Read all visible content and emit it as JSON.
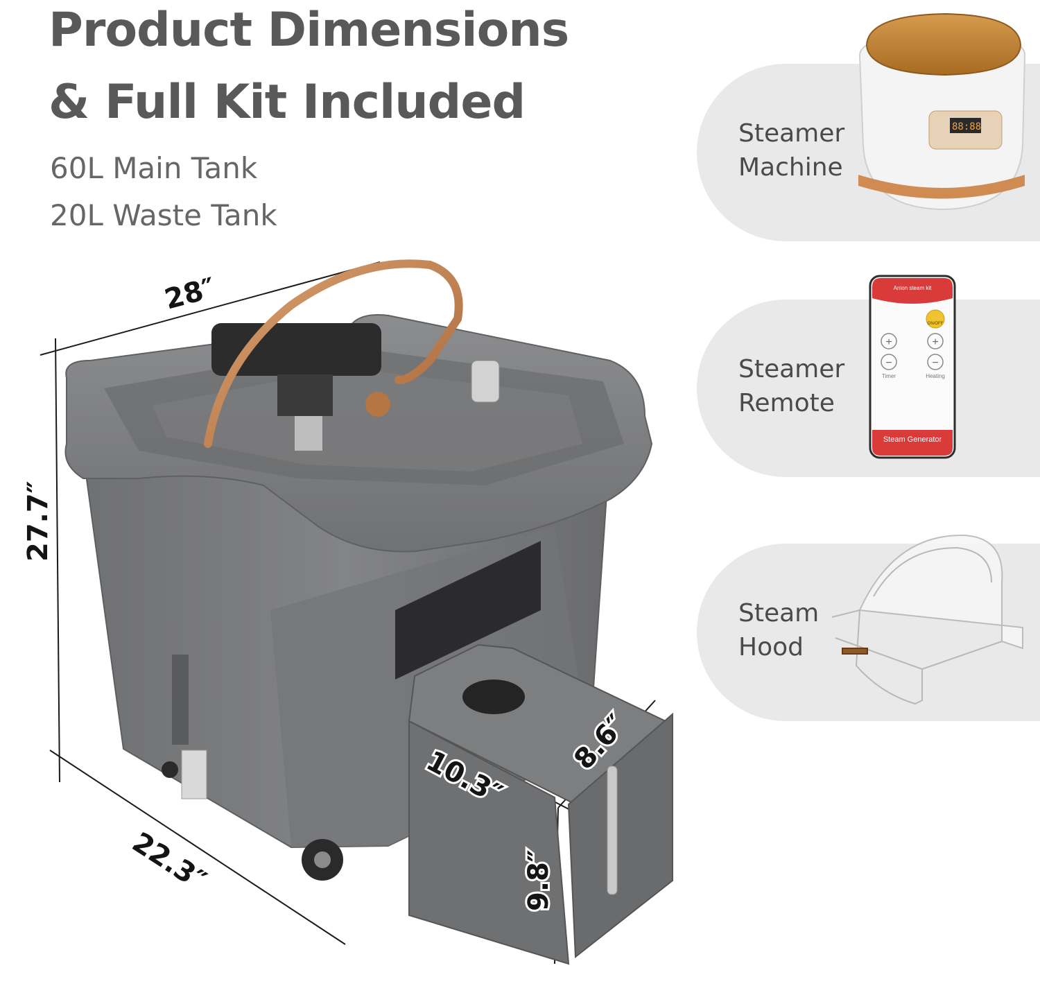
{
  "header": {
    "title_line1": "Product Dimensions",
    "title_line2": "& Full Kit Included",
    "spec_main_tank": "60L Main Tank",
    "spec_waste_tank": "20L Waste Tank"
  },
  "dimensions": {
    "width": "28″",
    "height": "27.7″",
    "depth": "22.3″",
    "drawer_length": "10.3″",
    "drawer_width": "8.6″",
    "drawer_height": "9.8″"
  },
  "kit": {
    "items": [
      {
        "label_line1": "Steamer",
        "label_line2": "Machine",
        "icon": "steamer-machine-icon"
      },
      {
        "label_line1": "Steamer",
        "label_line2": "Remote",
        "icon": "remote-icon"
      },
      {
        "label_line1": "Steam",
        "label_line2": "Hood",
        "icon": "steam-hood-icon"
      }
    ]
  },
  "remote": {
    "brand": "Anion steam kit",
    "power": "ON/OFF",
    "timer": "Timer",
    "heating": "Heating",
    "footer": "Steam Generator"
  },
  "steamer": {
    "display": "88:88"
  },
  "colors": {
    "title": "#595959",
    "panel_bg": "#e9e9e9",
    "body_gray": "#7a7b7d",
    "copper": "#c68c5a",
    "remote_red": "#d93a3a"
  }
}
